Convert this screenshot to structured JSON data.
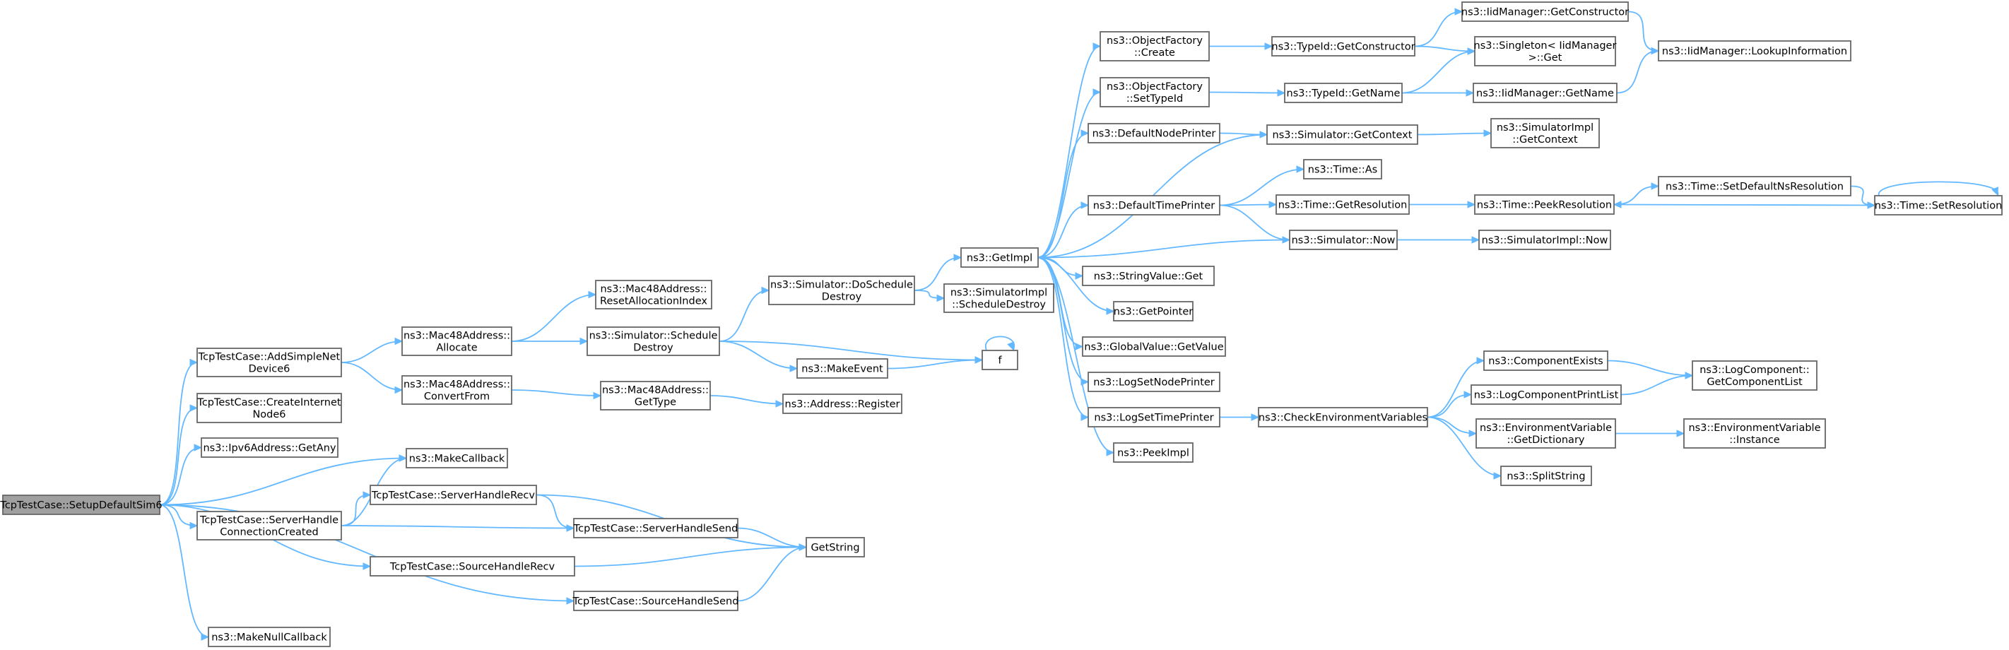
{
  "graph": {
    "nodes": {
      "root": "TcpTestCase::SetupDefaultSim6",
      "addSimpleNet": "TcpTestCase::AddSimpleNet\nDevice6",
      "createInternet": "TcpTestCase::CreateInternet\nNode6",
      "ipv6GetAny": "ns3::Ipv6Address::GetAny",
      "makeCallback": "ns3::MakeCallback",
      "serverHandleConn": "TcpTestCase::ServerHandle\nConnectionCreated",
      "sourceHandleRecv": "TcpTestCase::SourceHandleRecv",
      "makeNullCallback": "ns3::MakeNullCallback",
      "macAllocate": "ns3::Mac48Address::\nAllocate",
      "macConvertFrom": "ns3::Mac48Address::\nConvertFrom",
      "serverHandleRecv": "TcpTestCase::ServerHandleRecv",
      "macReset": "ns3::Mac48Address::\nResetAllocationIndex",
      "simScheduleDestroy": "ns3::Simulator::Schedule\nDestroy",
      "macGetType": "ns3::Mac48Address::\nGetType",
      "serverHandleSend": "TcpTestCase::ServerHandleSend",
      "sourceHandleSend": "TcpTestCase::SourceHandleSend",
      "simDoScheduleDestroy": "ns3::Simulator::DoSchedule\nDestroy",
      "makeEvent": "ns3::MakeEvent",
      "addressRegister": "ns3::Address::Register",
      "getString": "GetString",
      "getImpl": "ns3::GetImpl",
      "simImplScheduleDestroy": "ns3::SimulatorImpl\n::ScheduleDestroy",
      "f": "f",
      "objFactoryCreate": "ns3::ObjectFactory\n::Create",
      "objFactorySetTypeId": "ns3::ObjectFactory\n::SetTypeId",
      "defaultNodePrinter": "ns3::DefaultNodePrinter",
      "defaultTimePrinter": "ns3::DefaultTimePrinter",
      "stringValueGet": "ns3::StringValue::Get",
      "getPointer": "ns3::GetPointer",
      "globalValueGetValue": "ns3::GlobalValue::GetValue",
      "logSetNodePrinter": "ns3::LogSetNodePrinter",
      "logSetTimePrinter": "ns3::LogSetTimePrinter",
      "peekImpl": "ns3::PeekImpl",
      "typeIdGetConstructor": "ns3::TypeId::GetConstructor",
      "typeIdGetName": "ns3::TypeId::GetName",
      "simGetContext": "ns3::Simulator::GetContext",
      "timeAs": "ns3::Time::As",
      "timeGetResolution": "ns3::Time::GetResolution",
      "simNow": "ns3::Simulator::Now",
      "checkEnvVars": "ns3::CheckEnvironmentVariables",
      "iidGetConstructor": "ns3::IidManager::GetConstructor",
      "singletonGet": "ns3::Singleton< IidManager\n>::Get",
      "iidGetName": "ns3::IidManager::GetName",
      "simImplGetContext": "ns3::SimulatorImpl\n::GetContext",
      "timePeekResolution": "ns3::Time::PeekResolution",
      "simImplNow": "ns3::SimulatorImpl::Now",
      "componentExists": "ns3::ComponentExists",
      "logComponentPrintList": "ns3::LogComponentPrintList",
      "envVarGetDictionary": "ns3::EnvironmentVariable\n::GetDictionary",
      "splitString": "ns3::SplitString",
      "iidLookupInformation": "ns3::IidManager::LookupInformation",
      "timeSetDefaultNsResolution": "ns3::Time::SetDefaultNsResolution",
      "logComponentGetList": "ns3::LogComponent::\nGetComponentList",
      "envVarInstance": "ns3::EnvironmentVariable\n::Instance",
      "timeSetResolution": "ns3::Time::SetResolution"
    },
    "edges": [
      [
        "root",
        "addSimpleNet"
      ],
      [
        "root",
        "createInternet"
      ],
      [
        "root",
        "ipv6GetAny"
      ],
      [
        "root",
        "makeCallback"
      ],
      [
        "root",
        "serverHandleConn"
      ],
      [
        "root",
        "sourceHandleRecv"
      ],
      [
        "root",
        "sourceHandleSend"
      ],
      [
        "root",
        "makeNullCallback"
      ],
      [
        "addSimpleNet",
        "macAllocate"
      ],
      [
        "addSimpleNet",
        "macConvertFrom"
      ],
      [
        "macAllocate",
        "macReset"
      ],
      [
        "macAllocate",
        "simScheduleDestroy"
      ],
      [
        "macConvertFrom",
        "macGetType"
      ],
      [
        "macGetType",
        "addressRegister"
      ],
      [
        "serverHandleConn",
        "makeCallback"
      ],
      [
        "serverHandleConn",
        "serverHandleRecv"
      ],
      [
        "serverHandleConn",
        "serverHandleSend"
      ],
      [
        "serverHandleRecv",
        "serverHandleSend"
      ],
      [
        "serverHandleRecv",
        "getString"
      ],
      [
        "serverHandleSend",
        "getString"
      ],
      [
        "sourceHandleRecv",
        "getString"
      ],
      [
        "sourceHandleSend",
        "getString"
      ],
      [
        "simScheduleDestroy",
        "simDoScheduleDestroy"
      ],
      [
        "simScheduleDestroy",
        "makeEvent"
      ],
      [
        "simScheduleDestroy",
        "f"
      ],
      [
        "makeEvent",
        "f"
      ],
      [
        "f",
        "f"
      ],
      [
        "simDoScheduleDestroy",
        "getImpl"
      ],
      [
        "simDoScheduleDestroy",
        "simImplScheduleDestroy"
      ],
      [
        "getImpl",
        "objFactoryCreate"
      ],
      [
        "getImpl",
        "objFactorySetTypeId"
      ],
      [
        "getImpl",
        "defaultNodePrinter"
      ],
      [
        "getImpl",
        "defaultTimePrinter"
      ],
      [
        "getImpl",
        "stringValueGet"
      ],
      [
        "getImpl",
        "getPointer"
      ],
      [
        "getImpl",
        "globalValueGetValue"
      ],
      [
        "getImpl",
        "logSetNodePrinter"
      ],
      [
        "getImpl",
        "logSetTimePrinter"
      ],
      [
        "getImpl",
        "peekImpl"
      ],
      [
        "objFactoryCreate",
        "typeIdGetConstructor"
      ],
      [
        "objFactorySetTypeId",
        "typeIdGetName"
      ],
      [
        "defaultNodePrinter",
        "simGetContext"
      ],
      [
        "simGetContext",
        "getImpl"
      ],
      [
        "simGetContext",
        "simImplGetContext"
      ],
      [
        "defaultTimePrinter",
        "timeAs"
      ],
      [
        "defaultTimePrinter",
        "timeGetResolution"
      ],
      [
        "defaultTimePrinter",
        "simNow"
      ],
      [
        "simNow",
        "getImpl"
      ],
      [
        "simNow",
        "simImplNow"
      ],
      [
        "timeGetResolution",
        "timePeekResolution"
      ],
      [
        "timePeekResolution",
        "timeSetDefaultNsResolution"
      ],
      [
        "timeSetDefaultNsResolution",
        "timeSetResolution"
      ],
      [
        "timeSetResolution",
        "timePeekResolution"
      ],
      [
        "timeSetResolution",
        "timeSetResolution"
      ],
      [
        "typeIdGetConstructor",
        "iidGetConstructor"
      ],
      [
        "typeIdGetConstructor",
        "singletonGet"
      ],
      [
        "typeIdGetName",
        "singletonGet"
      ],
      [
        "typeIdGetName",
        "iidGetName"
      ],
      [
        "iidGetConstructor",
        "iidLookupInformation"
      ],
      [
        "iidGetName",
        "iidLookupInformation"
      ],
      [
        "logSetTimePrinter",
        "checkEnvVars"
      ],
      [
        "checkEnvVars",
        "componentExists"
      ],
      [
        "checkEnvVars",
        "logComponentPrintList"
      ],
      [
        "checkEnvVars",
        "envVarGetDictionary"
      ],
      [
        "checkEnvVars",
        "splitString"
      ],
      [
        "componentExists",
        "logComponentGetList"
      ],
      [
        "logComponentPrintList",
        "logComponentGetList"
      ],
      [
        "envVarGetDictionary",
        "envVarInstance"
      ]
    ]
  }
}
